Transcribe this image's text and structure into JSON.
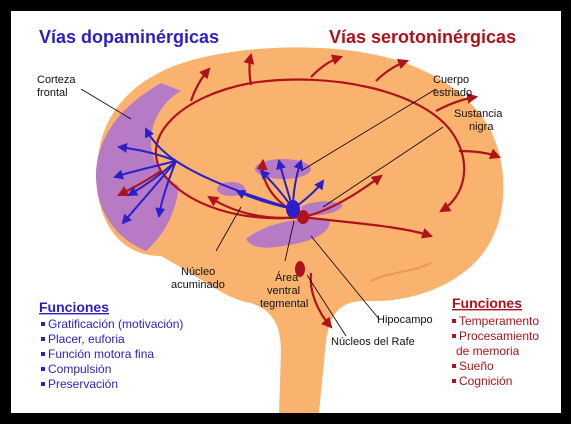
{
  "titles": {
    "dopamine": "Vías dopaminérgicas",
    "serotonin": "Vías serotoninérgicas"
  },
  "labels": {
    "corteza_frontal_1": "Corteza",
    "corteza_frontal_2": "frontal",
    "cuerpo_estriado_1": "Cuerpo",
    "cuerpo_estriado_2": "estriado",
    "sustancia_nigra_1": "Sustancia",
    "sustancia_nigra_2": "nigra",
    "nucleo_acuminado_1": "Núcleo",
    "nucleo_acuminado_2": "acuminado",
    "area_ventral_1": "Área",
    "area_ventral_2": "ventral",
    "area_ventral_3": "tegmental",
    "hipocampo": "Hipocampo",
    "nucleos_rafe": "Núcleos del Rafe"
  },
  "dopamine_functions": {
    "heading": "Funciones",
    "items": [
      "Gratificación (motivación)",
      "Placer, euforia",
      "Función motora fina",
      "Compulsión",
      "Preservación"
    ]
  },
  "serotonin_functions": {
    "heading": "Funciones",
    "items": [
      "Temperamento",
      "Procesamiento",
      "de memoria",
      "Sueño",
      "Cognición"
    ]
  },
  "colors": {
    "dopamine": "#2a1fc8",
    "serotonin": "#b0121b",
    "brain": "#f9b36f",
    "region": "#b77ac4",
    "frame": "#000000"
  }
}
